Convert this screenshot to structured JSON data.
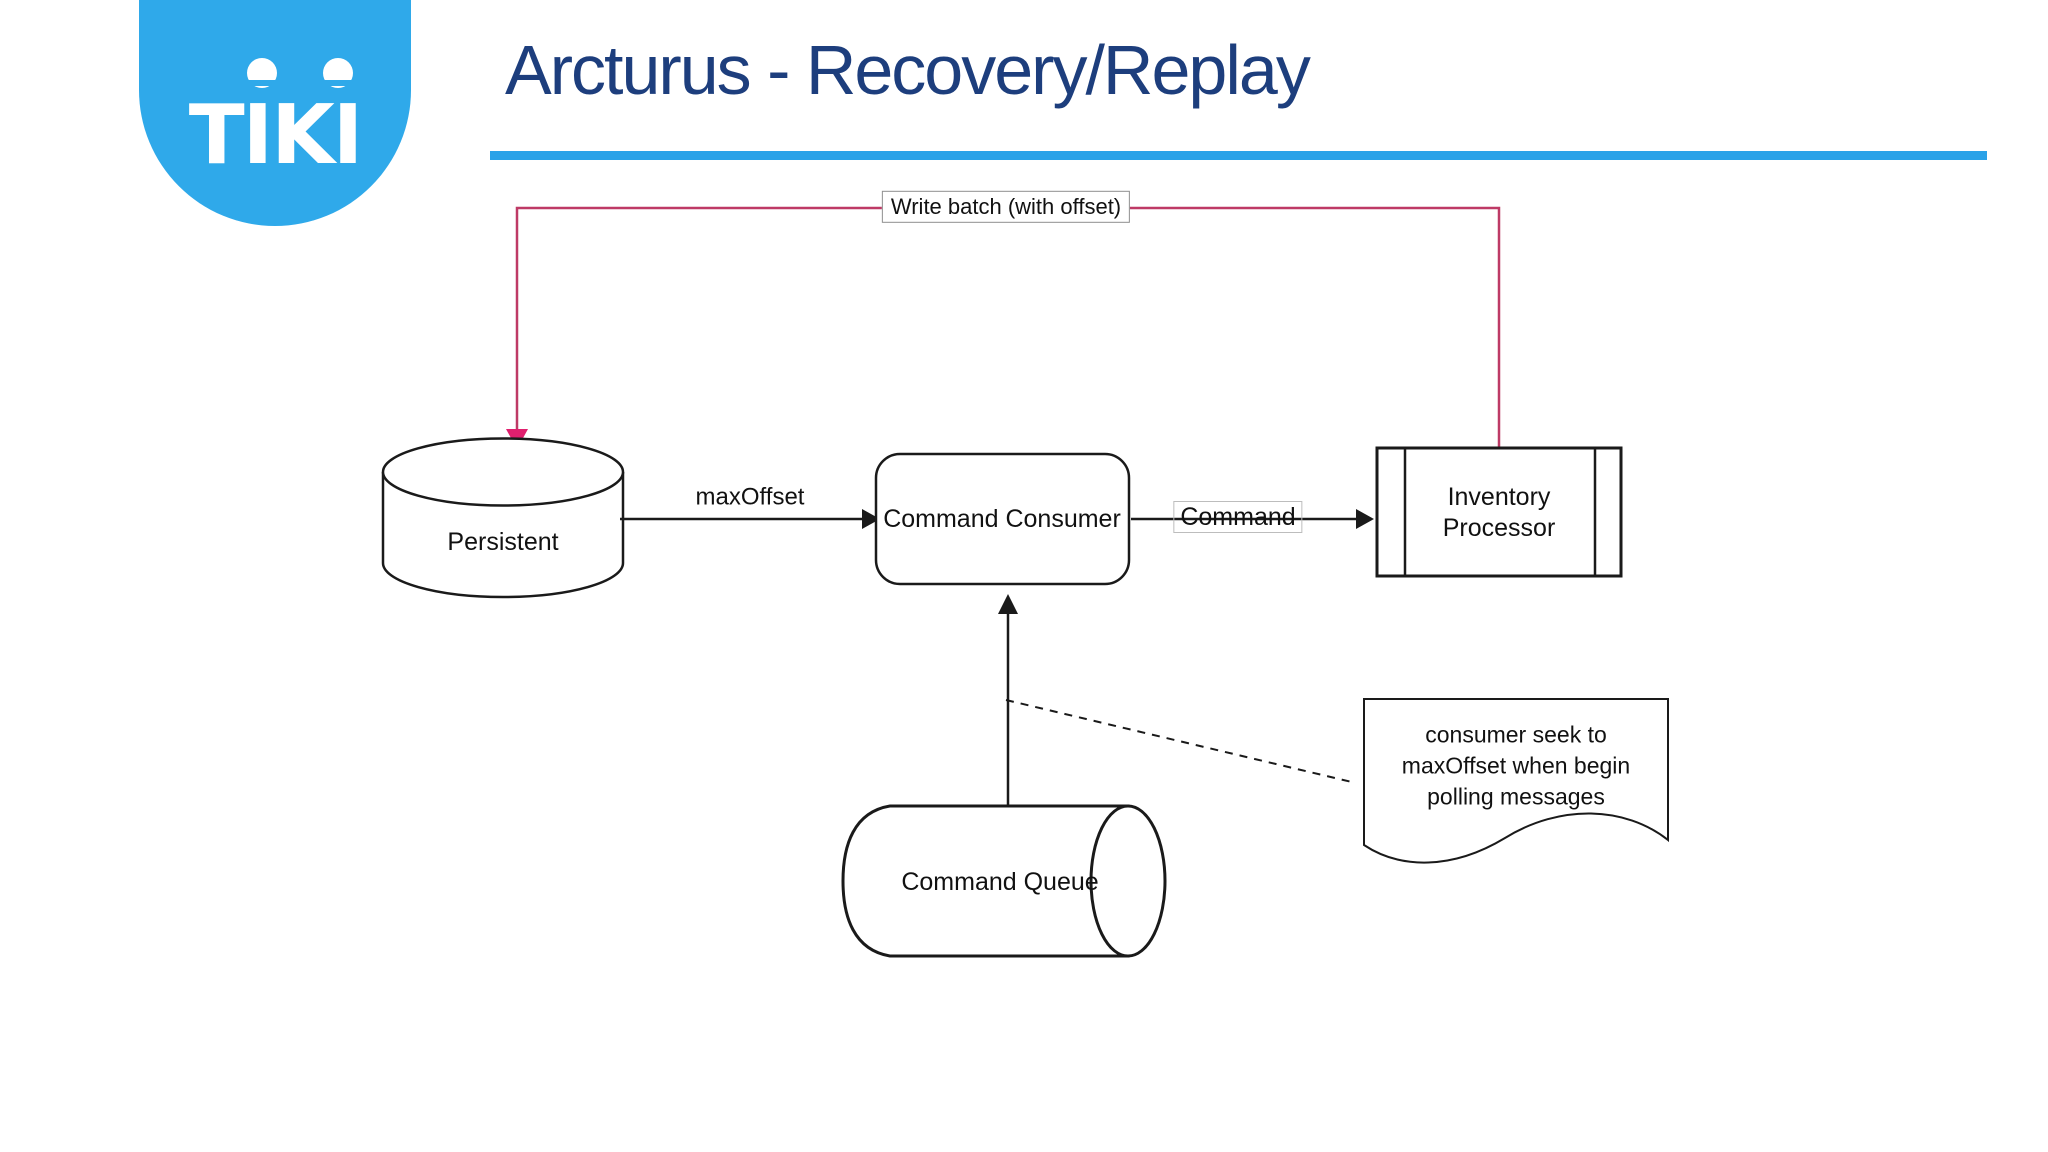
{
  "header": {
    "logo_text": "TIKI",
    "title": "Arcturus - Recovery/Replay"
  },
  "colors": {
    "logo_blue": "#2FA9EA",
    "title_navy": "#1D3E7D",
    "underline_blue": "#2AA2E8",
    "connector_red": "#BE3A66",
    "arrowhead_pink": "#E0206E",
    "diagram_black": "#1a1a1a"
  },
  "diagram": {
    "nodes": {
      "persistent": {
        "label": "Persistent",
        "shape": "database-cylinder"
      },
      "command_consumer": {
        "label": "Command Consumer",
        "shape": "rounded-rectangle"
      },
      "inventory_processor": {
        "label": "Inventory\nProcessor",
        "shape": "process-rectangle"
      },
      "command_queue": {
        "label": "Command Queue",
        "shape": "horizontal-cylinder"
      },
      "note": {
        "text": "consumer seek to\nmaxOffset when begin\npolling messages",
        "shape": "document"
      }
    },
    "edges": {
      "write_batch": {
        "label": "Write batch (with offset)",
        "from": "inventory_processor",
        "to": "persistent",
        "style": "red-orthogonal-arrow"
      },
      "max_offset": {
        "label": "maxOffset",
        "from": "persistent",
        "to": "command_consumer",
        "style": "black-arrow"
      },
      "command": {
        "label": "Command",
        "from": "command_consumer",
        "to": "inventory_processor",
        "style": "black-arrow"
      },
      "queue_poll": {
        "label": "",
        "from": "command_queue",
        "to": "command_consumer",
        "style": "black-arrow"
      },
      "note_link": {
        "label": "",
        "from": "note",
        "to": "queue_poll",
        "style": "dashed-line"
      }
    }
  }
}
